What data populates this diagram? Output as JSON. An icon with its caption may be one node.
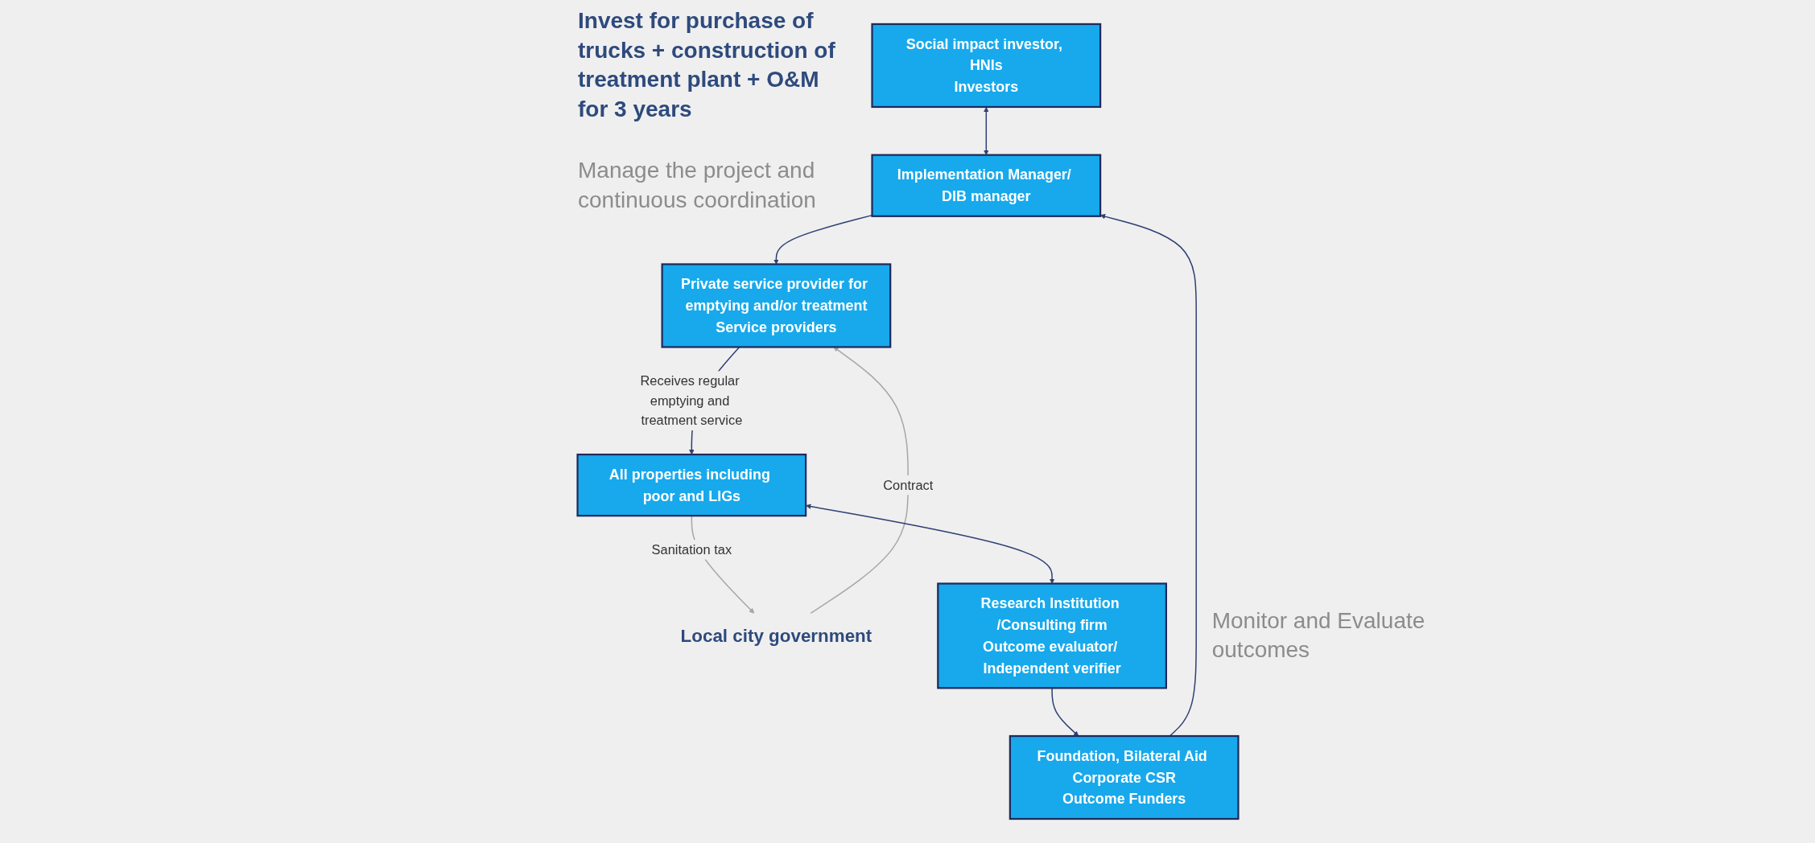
{
  "diagram": {
    "nodes": [
      {
        "text": [
          "Social impact investor, HNIs",
          "Investors"
        ],
        "beside": [
          "Invest for purchase of trucks + construction of treatment plant + O&M for 3 years"
        ]
      },
      {
        "text": [
          "Implementation Manager/ DIB manager"
        ],
        "beside": [
          "Manage the project and continuous coordination"
        ]
      },
      {
        "text": [
          "Foundation, Bilateral Aid Corporate CSR",
          "Outcome Funders"
        ]
      },
      {
        "text": [
          "Local city government"
        ]
      },
      {
        "text": [
          "Private service provider for emptying and/or treatment",
          "Service providers"
        ]
      },
      {
        "text": [
          "Research Institution /Consulting firm",
          "Outcome evaluator/ Independent verifier"
        ],
        "beside": [
          "Monitor and Evaluate outcomes"
        ]
      },
      {
        "text": [
          "All properties including poor and LIGs"
        ]
      }
    ],
    "edges": [
      {
        "from": 0,
        "to": 1,
        "arrow": "both"
      },
      {
        "from": 2,
        "to": 1,
        "arrow": "to"
      },
      {
        "from": 1,
        "to": 4,
        "arrow": "to"
      },
      {
        "from": 3,
        "to": 4,
        "arrow": "to",
        "label": "Contract",
        "color": "#a6a6a6"
      },
      {
        "from": 4,
        "to": 6,
        "arrow": "to",
        "label": "Receives regular emptying and treatment service"
      },
      {
        "from": 6,
        "to": 3,
        "arrow": "to",
        "label": "Sanitation tax",
        "color": "#a6a6a6"
      },
      {
        "from": 6,
        "to": 5,
        "arrow": "both"
      },
      {
        "from": 5,
        "to": 2,
        "arrow": "to"
      }
    ]
  }
}
